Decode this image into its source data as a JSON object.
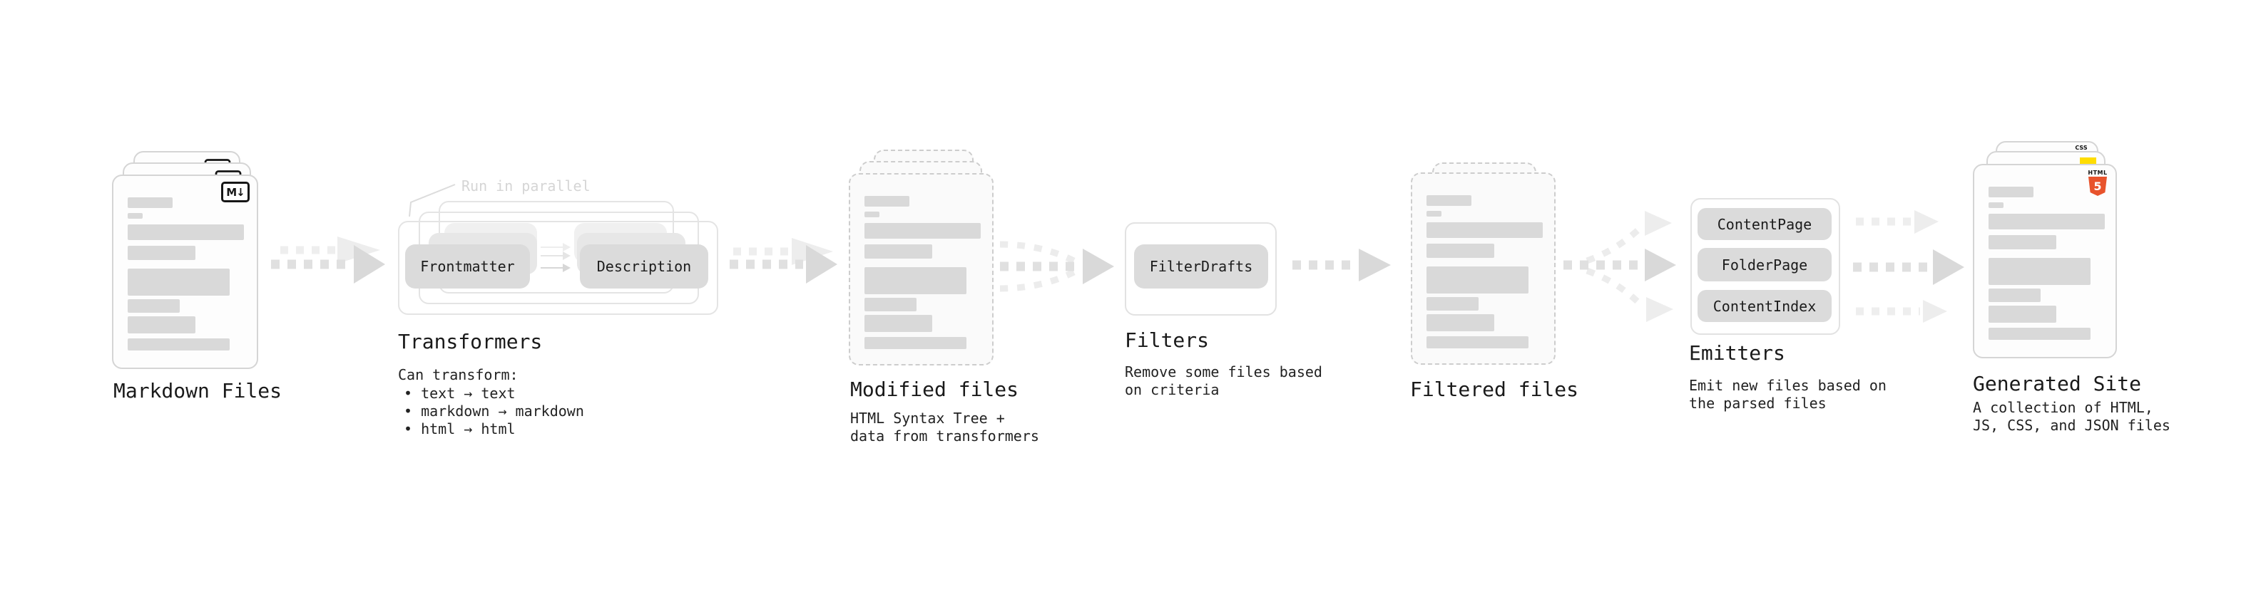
{
  "diagram": {
    "stages": {
      "markdown_files": {
        "label": "Markdown Files",
        "badge": "M↓"
      },
      "transformers": {
        "label": "Transformers",
        "note": "Run in parallel",
        "pills": [
          "Frontmatter",
          "Description"
        ],
        "description_heading": "Can transform:",
        "bullets": [
          "• text → text",
          "• markdown → markdown",
          "• html → html"
        ]
      },
      "modified_files": {
        "label": "Modified files",
        "description": [
          "HTML Syntax Tree +",
          "data from transformers"
        ]
      },
      "filters": {
        "label": "Filters",
        "pills": [
          "FilterDrafts"
        ],
        "description": [
          "Remove some files based",
          "on criteria"
        ]
      },
      "filtered_files": {
        "label": "Filtered files"
      },
      "emitters": {
        "label": "Emitters",
        "pills": [
          "ContentPage",
          "FolderPage",
          "ContentIndex"
        ],
        "description": [
          "Emit new files based on",
          "the parsed files"
        ]
      },
      "generated_site": {
        "label": "Generated Site",
        "description": [
          "A collection of HTML,",
          "JS, CSS, and JSON files"
        ],
        "badges": {
          "css_label": "CSS",
          "html5_label": "HTML",
          "html5_number": "5"
        }
      }
    },
    "colors": {
      "arrow_dark_dash": "#e0e0e0",
      "arrow_dark_head": "#d9d9d9",
      "arrow_light_dash": "#eeeeee",
      "arrow_light_head": "#ededed",
      "pill_bg": "#dbdbdb",
      "placeholder_bar": "#d9d9d9",
      "card_border": "#d5d5d5",
      "dashed_border": "#cdcdcd",
      "text": "#1c1c1c",
      "muted_note": "#d5d5d5",
      "html5_orange": "#e8532c",
      "js_yellow": "#ffdd00",
      "css_blue": "#2962ff"
    }
  }
}
